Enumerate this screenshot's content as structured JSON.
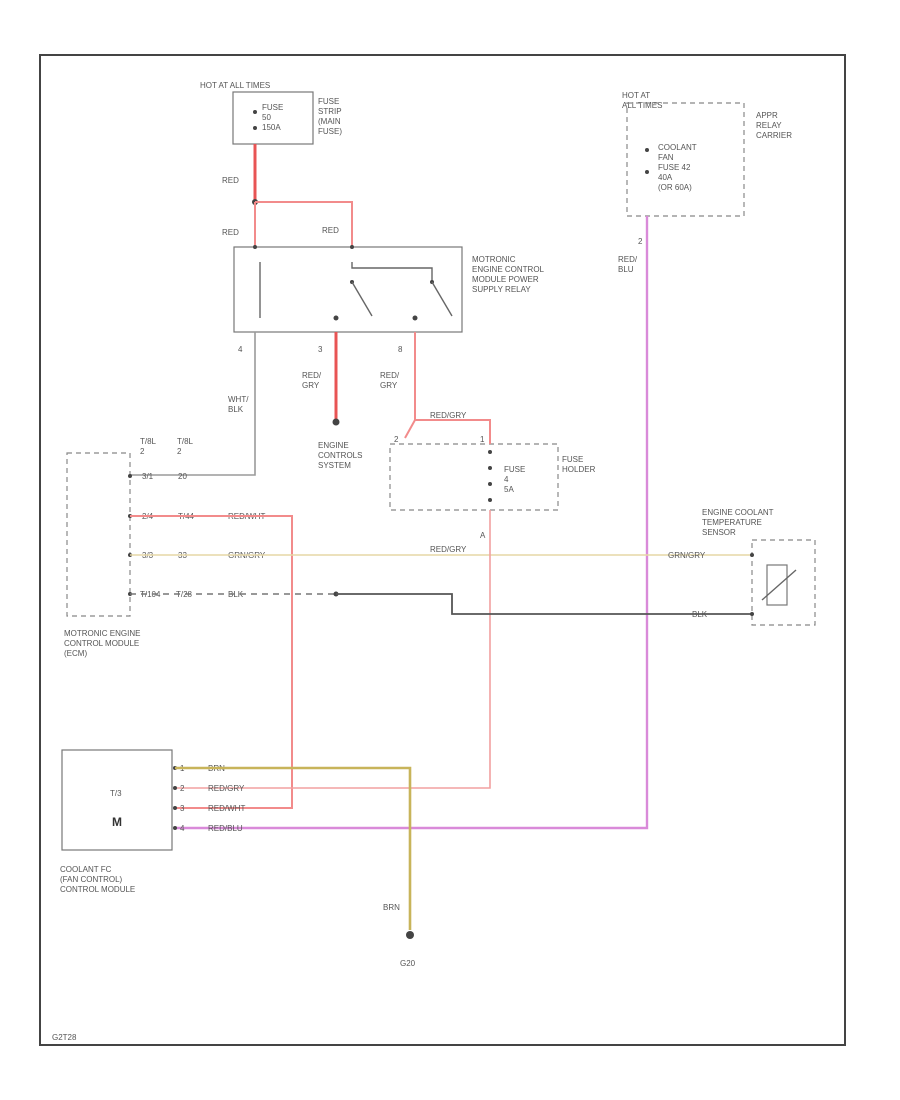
{
  "power_source": {
    "hot_label": "HOT AT ALL TIMES",
    "fuse_label": "FUSE\n50\n150A",
    "strip_label": "FUSE\nSTRIP\n(MAIN\nFUSE)",
    "wire_color_1": "RED",
    "wire_color_2": "RED"
  },
  "relay": {
    "title": "MOTRONIC\nENGINE CONTROL\nMODULE POWER\nSUPPLY RELAY",
    "wire_top_right": "RED",
    "pin_4": "4",
    "pin_3": "3",
    "pin_8": "8",
    "wire_left": "WHT/\nBLK",
    "wire_mid": "RED/\nGRY",
    "wire_right": "RED/\nGRY"
  },
  "engine_controls": {
    "label": "ENGINE\nCONTROLS\nSYSTEM"
  },
  "fuse_holder": {
    "label": "FUSE\nHOLDER",
    "fuse_text": "FUSE\n4\n5A",
    "wire_top": "RED/GRY",
    "pin_left": "2",
    "pin_right": "1",
    "pin_bottom": "A"
  },
  "hot_run": {
    "hot_label": "HOT AT\nALL TIMES",
    "fuse_text": "COOLANT\nFAN\nFUSE 42\n40A\n(OR 60A)",
    "carrier_label": "APPR\nRELAY\nCARRIER",
    "pin": "2",
    "wire": "RED/\nBLU"
  },
  "ecm": {
    "label": "MOTRONIC ENGINE\nCONTROL MODULE\n(ECM)",
    "conn_1": "T/8L\n2",
    "conn_2": "T/8L\n2",
    "rows": [
      {
        "pin": "3/1",
        "term": "20",
        "wire": ""
      },
      {
        "pin": "2/4",
        "term": "T/44",
        "wire": "RED/WHT"
      },
      {
        "pin": "3/3",
        "term": "33",
        "wire": "GRN/GRY"
      },
      {
        "pin": "T/104",
        "term": "T/28",
        "wire": "BLK"
      }
    ]
  },
  "coolant_sensor": {
    "label": "ENGINE COOLANT\nTEMPERATURE\nSENSOR",
    "wire_top": "GRN/GRY",
    "wire_bottom": "BLK",
    "mid_wire": "RED/GRY"
  },
  "fan_module": {
    "label": "COOLANT FC\n(FAN CONTROL)\nCONTROL MODULE",
    "inner_top": "T/3",
    "inner_letter": "M",
    "rows": [
      {
        "pin": "1",
        "wire": "BRN"
      },
      {
        "pin": "2",
        "wire": "RED/GRY"
      },
      {
        "pin": "3",
        "wire": "RED/WHT"
      },
      {
        "pin": "4",
        "wire": "RED/BLU"
      }
    ]
  },
  "ground": {
    "wire": "BRN",
    "label": "G20"
  },
  "footer": {
    "code": "G2T28"
  }
}
